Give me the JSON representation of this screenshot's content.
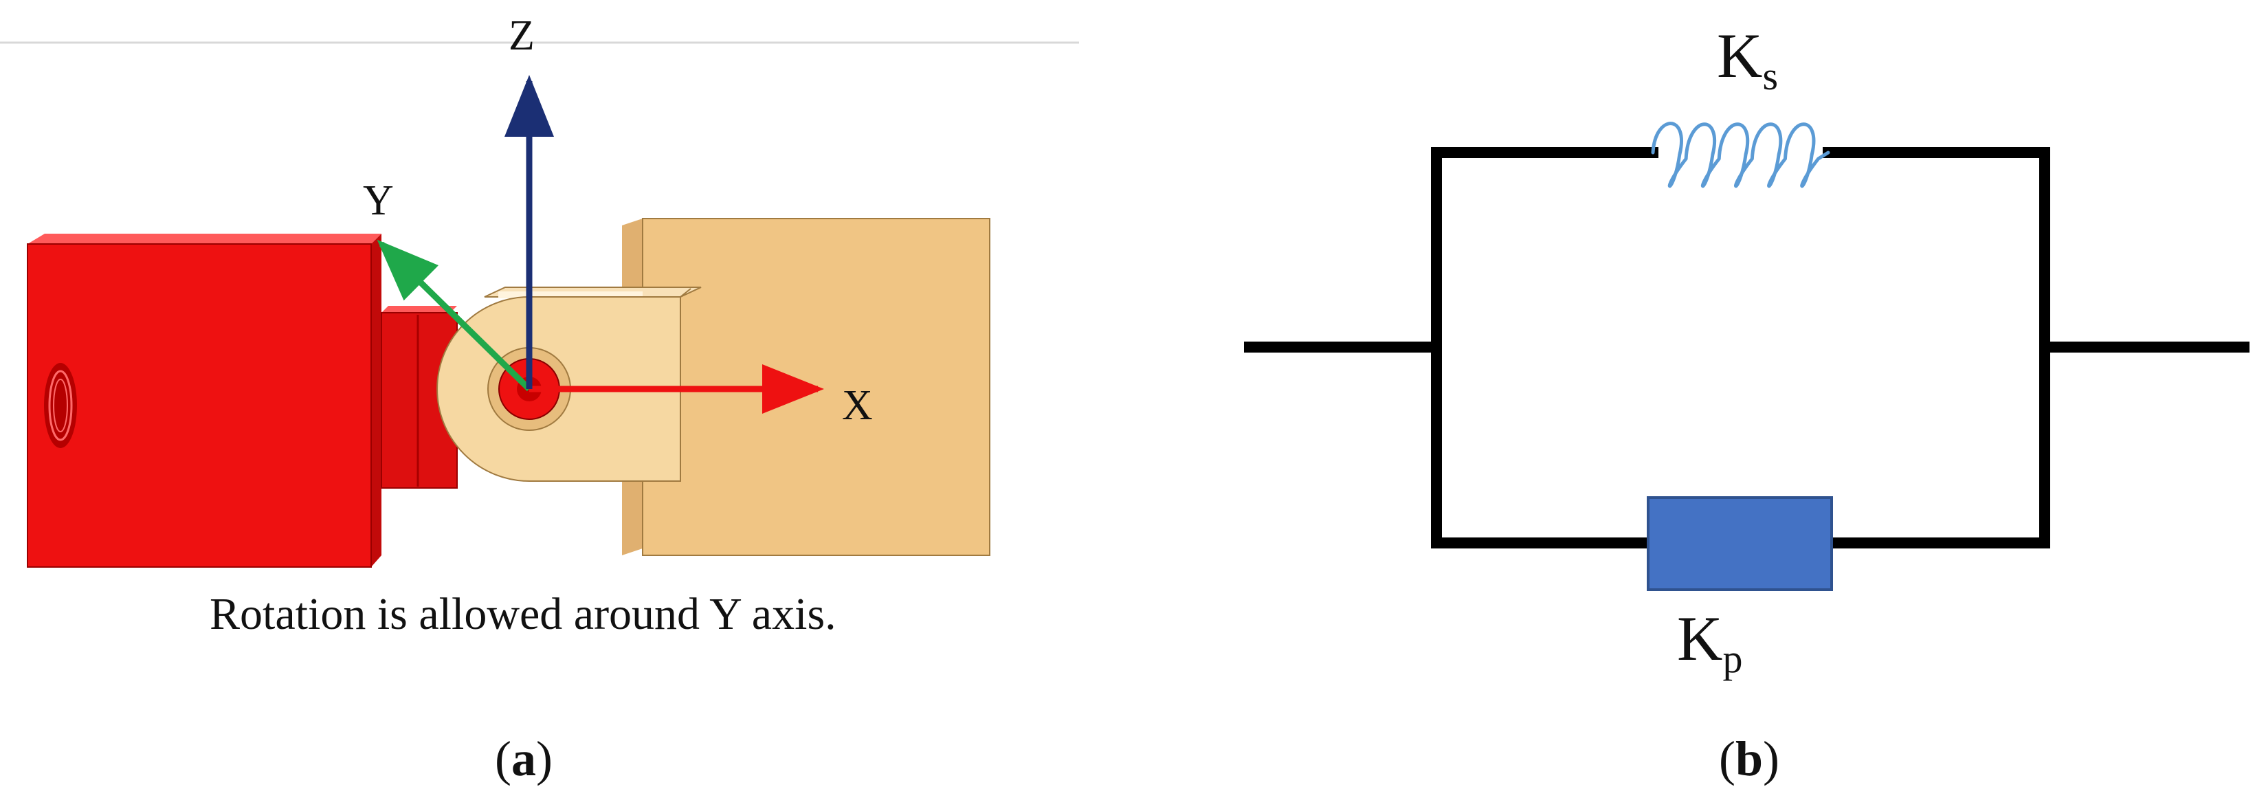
{
  "panel_a": {
    "axis_labels": {
      "x": "X",
      "y": "Y",
      "z": "Z"
    },
    "caption": "Rotation is allowed around Y axis.",
    "label_open": "(",
    "label_letter": "a",
    "label_close": ")",
    "colors": {
      "red_block": "#ee1111",
      "tan_block": "#f0c584",
      "x_axis": "#ee1111",
      "y_axis": "#1fa84a",
      "z_axis": "#1b2f74"
    }
  },
  "panel_b": {
    "spring_symbol": "K",
    "spring_subscript": "s",
    "damper_symbol": "K",
    "damper_subscript": "p",
    "label_open": "(",
    "label_letter": "b",
    "label_close": ")",
    "colors": {
      "wire": "#000000",
      "spring": "#5b9bd5",
      "damper_fill": "#4472c4",
      "damper_stroke": "#2f528f"
    }
  }
}
